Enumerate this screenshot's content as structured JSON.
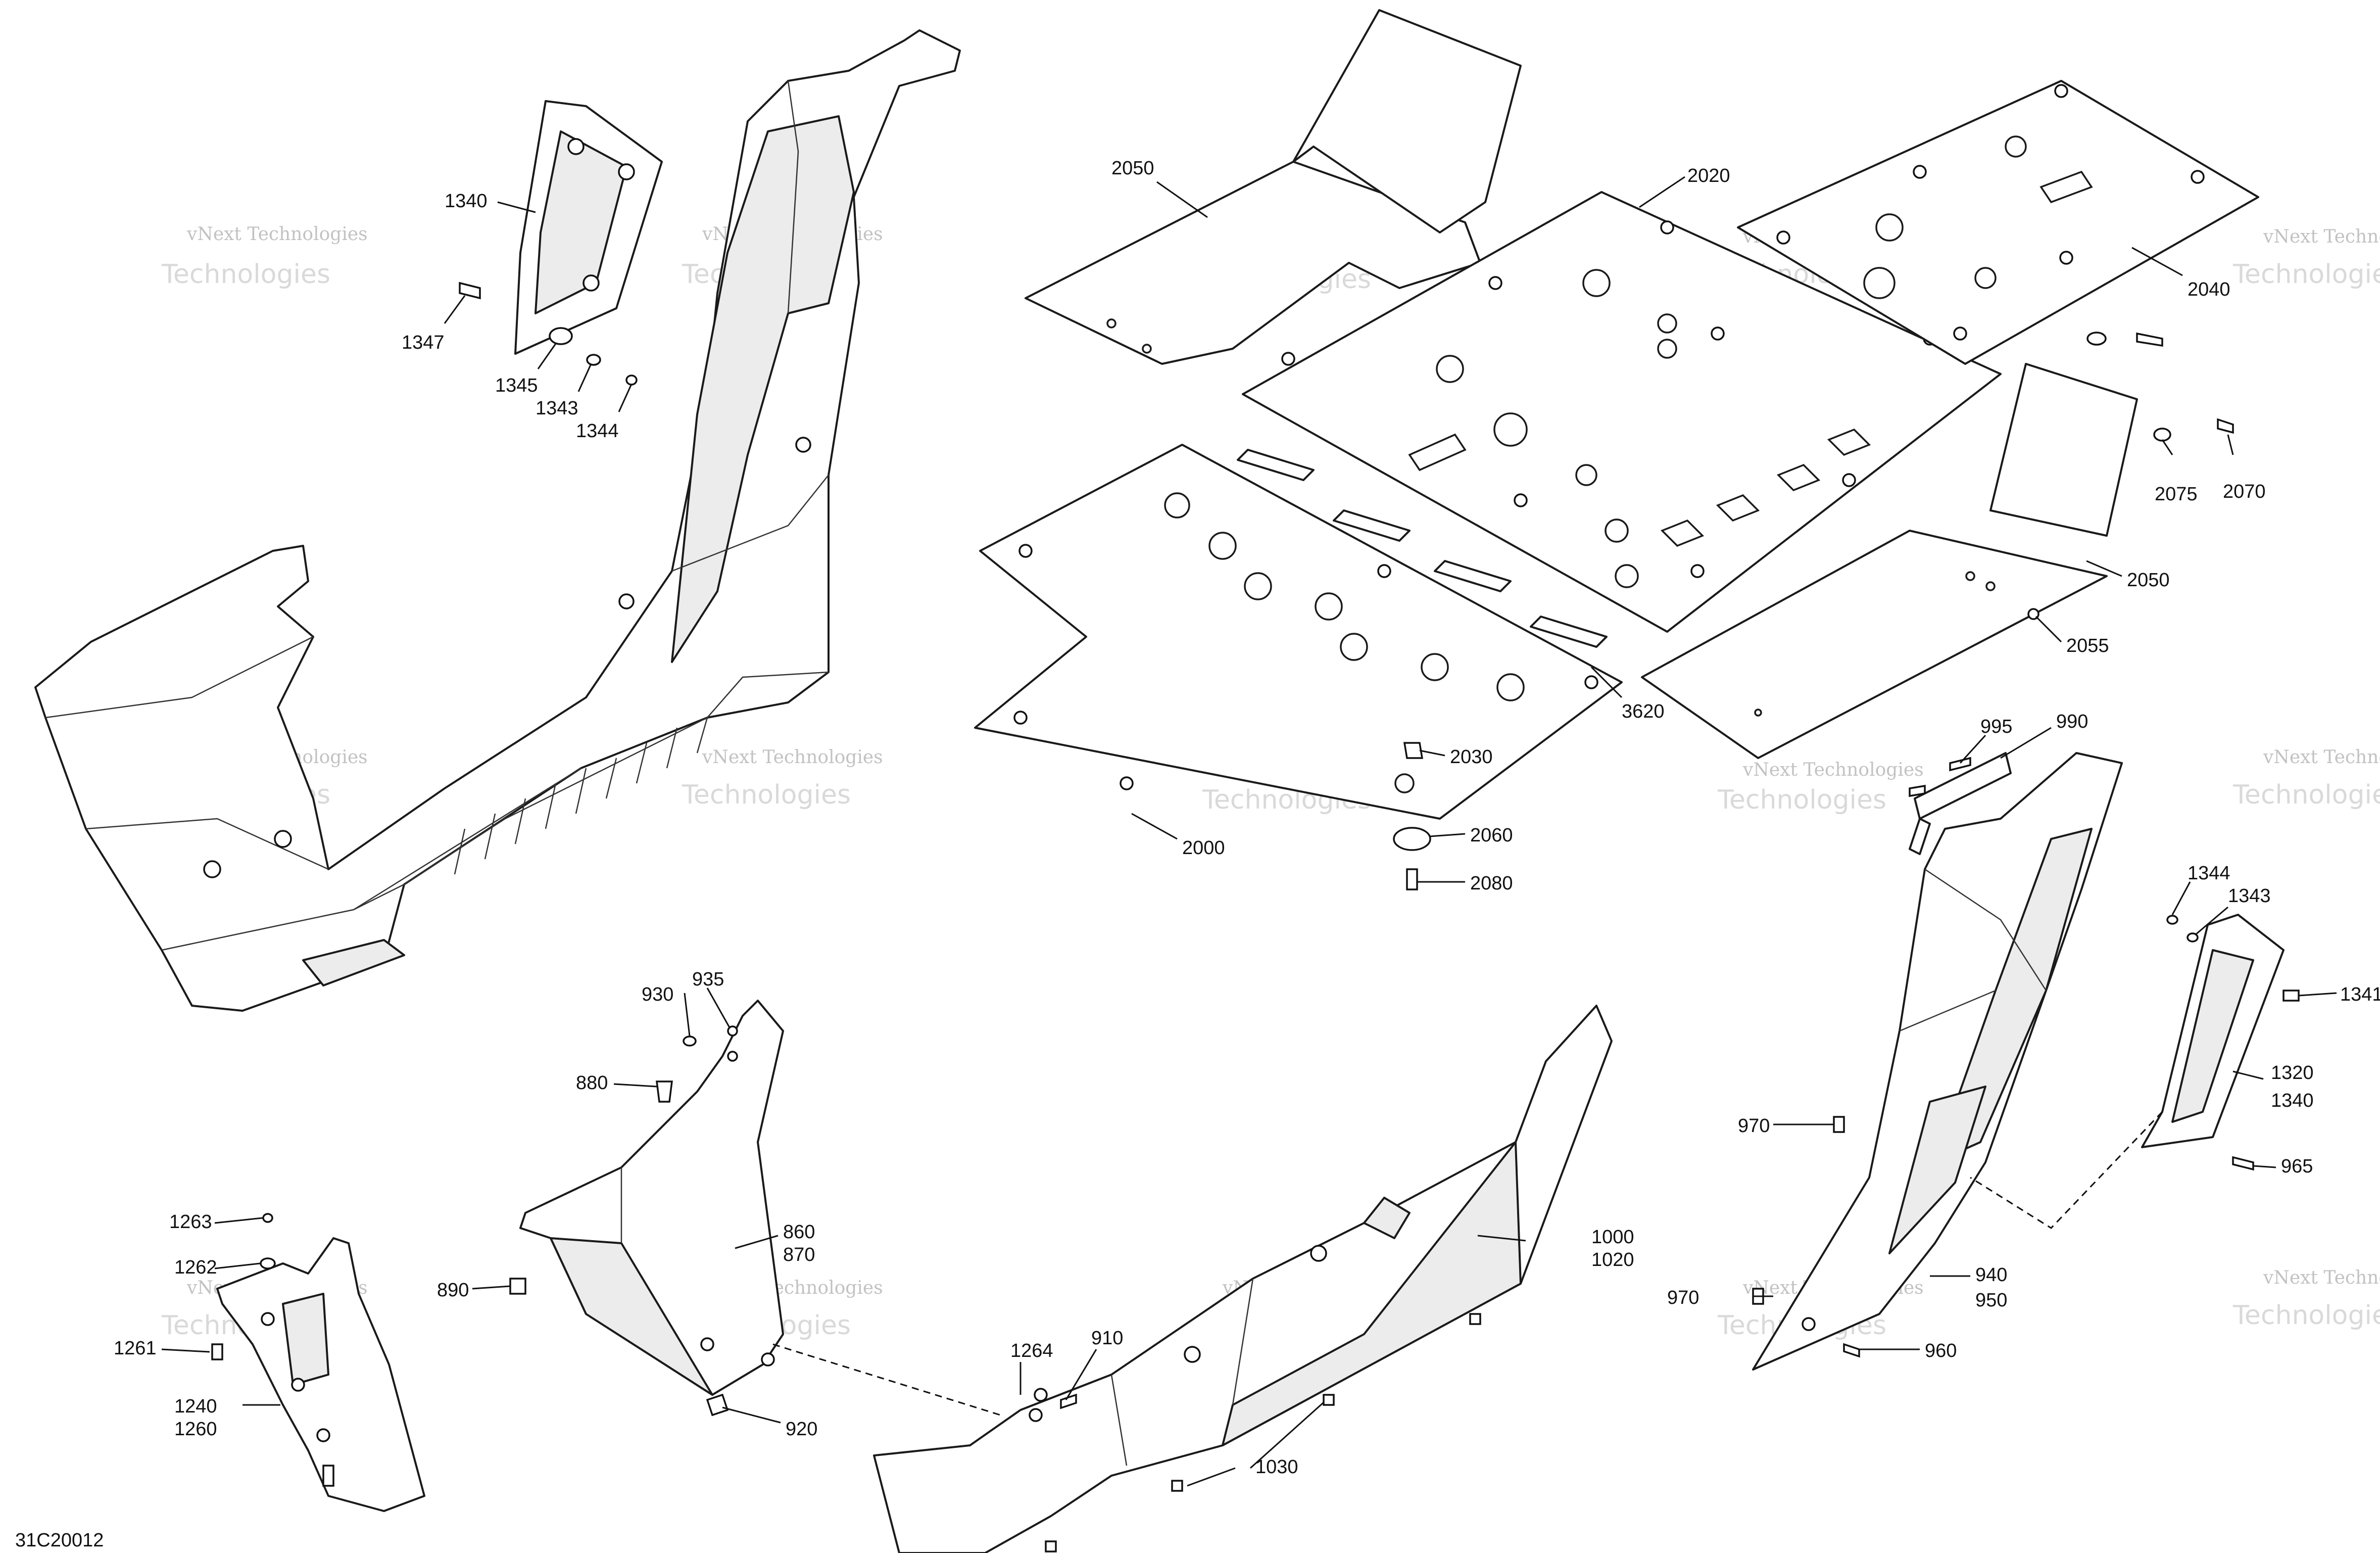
{
  "diagram": {
    "figure_id": "31C20012",
    "watermark": {
      "line1": "vNext Technologies",
      "line2a": "vNext",
      "line2b": "Technologies"
    },
    "callouts": {
      "c1340a": "1340",
      "c1347": "1347",
      "c1345": "1345",
      "c1343a": "1343",
      "c1344a": "1344",
      "c2050a": "2050",
      "c2020": "2020",
      "c2040": "2040",
      "c2075": "2075",
      "c2070": "2070",
      "c2050b": "2050",
      "c2055": "2055",
      "c3620": "3620",
      "c2030": "2030",
      "c2060": "2060",
      "c2080": "2080",
      "c2000": "2000",
      "c995": "995",
      "c990": "990",
      "c1344b": "1344",
      "c1343b": "1343",
      "c1341": "1341",
      "c1320": "1320",
      "c1340b": "1340",
      "c965": "965",
      "c970a": "970",
      "c970b": "970",
      "c940": "940",
      "c950": "950",
      "c960": "960",
      "c930": "930",
      "c935": "935",
      "c880": "880",
      "c860": "860",
      "c870": "870",
      "c890": "890",
      "c920": "920",
      "c1000": "1000",
      "c1020": "1020",
      "c1264": "1264",
      "c910": "910",
      "c1030": "1030",
      "c1263": "1263",
      "c1262": "1262",
      "c1261": "1261",
      "c1240": "1240",
      "c1260": "1260"
    }
  }
}
